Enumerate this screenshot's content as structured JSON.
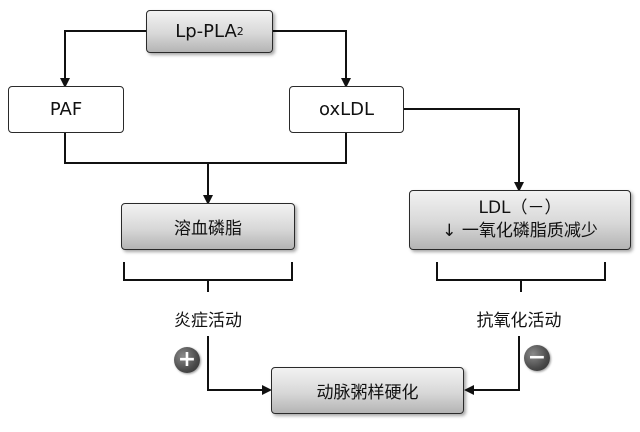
{
  "nodes": {
    "top_main": "Lp-PLA",
    "top_sub": "2",
    "paf": "PAF",
    "oxldl": "oxLDL",
    "lysophospholipid": "溶血磷脂",
    "ldl_line1": "LDL（－）",
    "ldl_line2": "↓ 一氧化磷脂质减少",
    "atherosclerosis": "动脉粥样硬化"
  },
  "labels": {
    "inflammation": "炎症活动",
    "antioxidant": "抗氧化活动"
  },
  "signs": {
    "plus": "+",
    "minus": "−"
  }
}
